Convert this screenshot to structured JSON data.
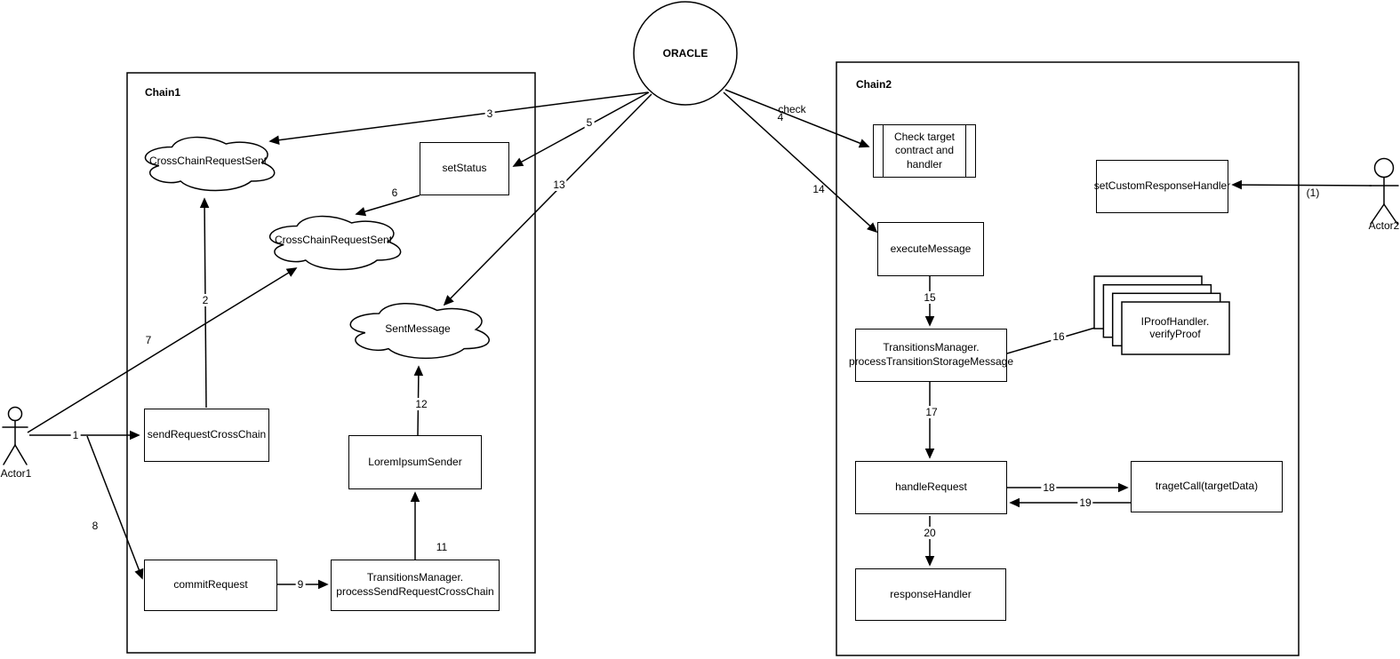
{
  "oracle": {
    "label": "ORACLE"
  },
  "containers": {
    "chain1": {
      "label": "Chain1"
    },
    "chain2": {
      "label": "Chain2"
    }
  },
  "actors": {
    "actor1": {
      "label": "Actor1"
    },
    "actor2": {
      "label": "Actor2"
    }
  },
  "clouds": {
    "crossChainRequestSent1": {
      "label": "CrossChainRequestSent"
    },
    "crossChainRequestSent2": {
      "label": "CrossChainRequestSent"
    },
    "sentMessage": {
      "label": "SentMessage"
    }
  },
  "nodes": {
    "setStatus": {
      "label": "setStatus"
    },
    "sendRequestCrossChain": {
      "label": "sendRequestCrossChain"
    },
    "commitRequest": {
      "label": "commitRequest"
    },
    "loremIpsumSender": {
      "label": "LoremIpsumSender"
    },
    "tmProcessSendRequestCrossChain": {
      "line1": "TransitionsManager.",
      "line2": "processSendRequestCrossChain"
    },
    "checkTargetContractAndHandler": {
      "label": "Check target contract and handler"
    },
    "setCustomResponseHandler": {
      "label": "setCustomResponseHandler"
    },
    "executeMessage": {
      "label": "executeMessage"
    },
    "tmProcessTransitionStorageMessage": {
      "line1": "TransitionsManager.",
      "line2": "processTransitionStorageMessage"
    },
    "iProofHandlerVerifyProof": {
      "line1": "IProofHandler.",
      "line2": "verifyProof"
    },
    "handleRequest": {
      "label": "handleRequest"
    },
    "tragetCall": {
      "label": "tragetCall(targetData)"
    },
    "responseHandler": {
      "label": "responseHandler"
    }
  },
  "edge_labels": {
    "e1": "1",
    "e2": "2",
    "e3": "3",
    "e4": "4",
    "e5": "5",
    "e6": "6",
    "e7": "7",
    "e8": "8",
    "e9": "9",
    "e11": "11",
    "e12": "12",
    "e13": "13",
    "e14": "14",
    "e15": "15",
    "e16": "16",
    "e17": "17",
    "e18": "18",
    "e19": "19",
    "e20": "20",
    "check": "check",
    "p1": "(1)"
  },
  "colors": {
    "stroke": "#000000",
    "fill": "#ffffff"
  }
}
